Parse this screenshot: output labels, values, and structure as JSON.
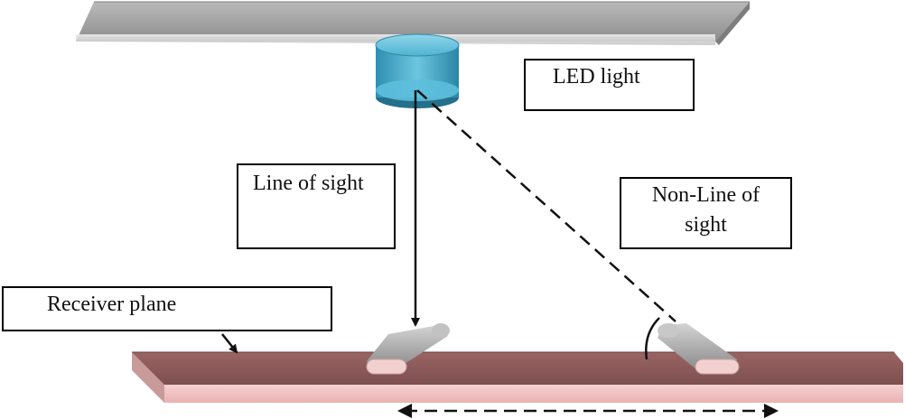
{
  "labels": {
    "led_light": "LED light",
    "line_of_sight": "Line of sight",
    "non_line_of_sight_line1": "Non-Line of",
    "non_line_of_sight_line2": "sight",
    "receiver_plane": "Receiver plane"
  },
  "colors": {
    "ceiling": "#9c9c9c",
    "led": "#3fa6c4",
    "receiver_plane": "#8a5656",
    "receiver_edge": "#f0c6c6",
    "receiver_device": "#a8a8a8",
    "lines": "#111111"
  }
}
